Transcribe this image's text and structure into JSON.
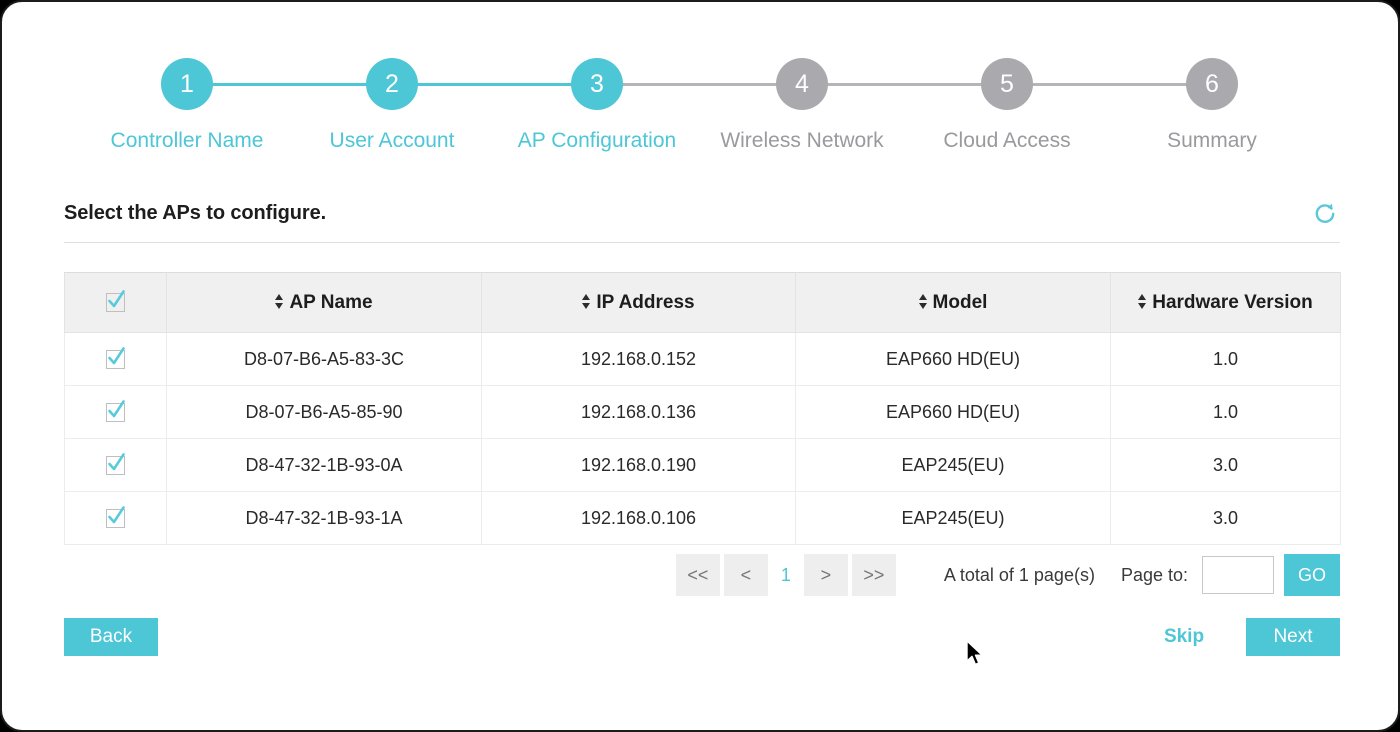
{
  "theme": {
    "accent": "#4dc6d6",
    "inactive_gray": "#a9a9ae",
    "header_bg": "#f0f0f0"
  },
  "stepper": {
    "steps": [
      {
        "number": "1",
        "label": "Controller Name",
        "state": "active"
      },
      {
        "number": "2",
        "label": "User Account",
        "state": "active"
      },
      {
        "number": "3",
        "label": "AP Configuration",
        "state": "active"
      },
      {
        "number": "4",
        "label": "Wireless Network",
        "state": "inactive"
      },
      {
        "number": "5",
        "label": "Cloud Access",
        "state": "inactive"
      },
      {
        "number": "6",
        "label": "Summary",
        "state": "inactive"
      }
    ]
  },
  "section": {
    "title": "Select the APs to configure.",
    "refresh_icon": "refresh-icon"
  },
  "table": {
    "select_all_checked": true,
    "columns": [
      {
        "key": "check",
        "label": "",
        "sortable": false
      },
      {
        "key": "name",
        "label": "AP Name",
        "sortable": true
      },
      {
        "key": "ip",
        "label": "IP Address",
        "sortable": true
      },
      {
        "key": "model",
        "label": "Model",
        "sortable": true
      },
      {
        "key": "hw",
        "label": "Hardware Version",
        "sortable": true
      }
    ],
    "rows": [
      {
        "checked": true,
        "name": "D8-07-B6-A5-83-3C",
        "ip": "192.168.0.152",
        "model": "EAP660 HD(EU)",
        "hw": "1.0"
      },
      {
        "checked": true,
        "name": "D8-07-B6-A5-85-90",
        "ip": "192.168.0.136",
        "model": "EAP660 HD(EU)",
        "hw": "1.0"
      },
      {
        "checked": true,
        "name": "D8-47-32-1B-93-0A",
        "ip": "192.168.0.190",
        "model": "EAP245(EU)",
        "hw": "3.0"
      },
      {
        "checked": true,
        "name": "D8-47-32-1B-93-1A",
        "ip": "192.168.0.106",
        "model": "EAP245(EU)",
        "hw": "3.0"
      }
    ]
  },
  "pagination": {
    "first_label": "<<",
    "prev_label": "<",
    "current_page": "1",
    "next_label": ">",
    "last_label": ">>",
    "total_text": "A total of 1 page(s)",
    "page_to_label": "Page to:",
    "page_to_value": "",
    "page_to_placeholder": "",
    "go_label": "GO"
  },
  "footer": {
    "back_label": "Back",
    "skip_label": "Skip",
    "next_label": "Next"
  }
}
